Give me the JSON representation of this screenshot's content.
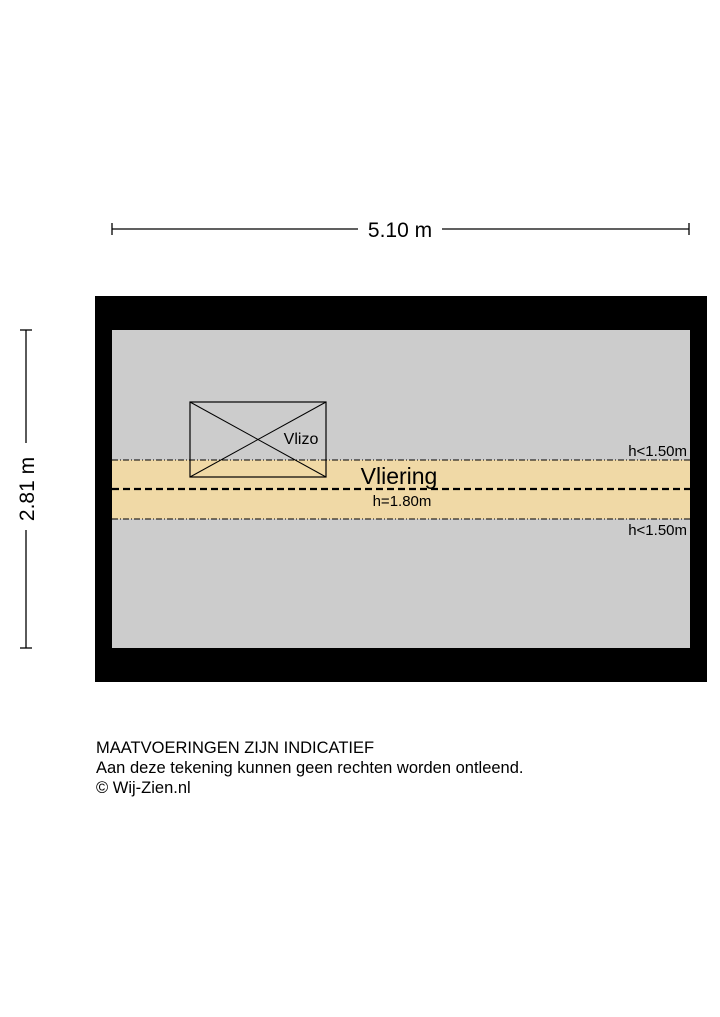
{
  "dimensions": {
    "width_label": "5.10 m",
    "height_label": "2.81 m"
  },
  "room": {
    "hatch_label": "Vlizo",
    "zone_label": "Vliering",
    "center_height": "h=1.80m",
    "upper_limit": "h<1.50m",
    "lower_limit": "h<1.50m"
  },
  "colors": {
    "wall": "#000000",
    "floor": "#cccccc",
    "zone": "#f0d9a6"
  },
  "disclaimer": {
    "line1": "MAATVOERINGEN ZIJN INDICATIEF",
    "line2": "Aan deze tekening kunnen geen rechten worden ontleend.",
    "line3": "© Wij-Zien.nl"
  }
}
